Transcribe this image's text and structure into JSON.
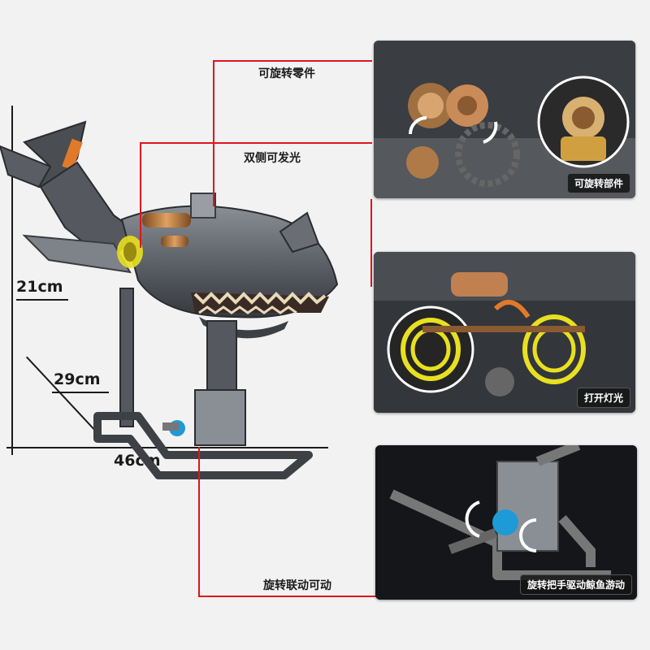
{
  "dimensions": {
    "height": "21cm",
    "depth": "29cm",
    "width": "46cm"
  },
  "callouts": {
    "rotating_parts": "可旋转零件",
    "double_side_light": "双侧可发光",
    "rotate_linkage": "旋转联动可动"
  },
  "panels": {
    "panel1_badge": "可旋转部件",
    "panel2_badge": "打开灯光",
    "panel3_badge": "旋转把手驱动鲸鱼游动"
  },
  "colors": {
    "callout_line": "#e0141e",
    "measure_line": "#1b1b1b",
    "light_yellow": "#e8e020"
  }
}
